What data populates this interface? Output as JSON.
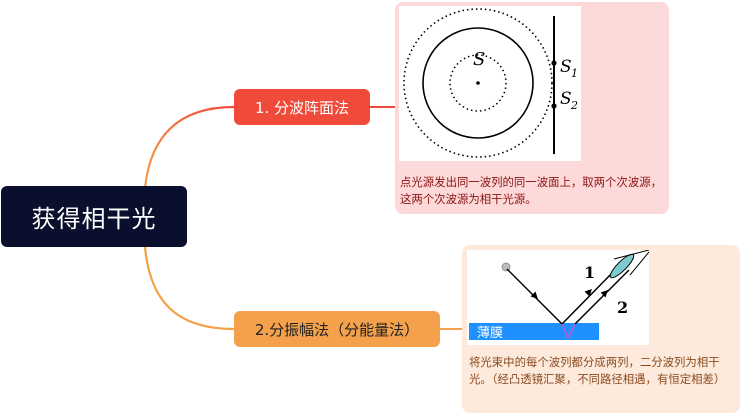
{
  "root": {
    "title": "获得相干光"
  },
  "branches": [
    {
      "label": "1.  分波阵面法",
      "figure": {
        "source_label": "S",
        "slit1_label": "S",
        "slit1_sub": "1",
        "slit2_label": "S",
        "slit2_sub": "2"
      },
      "description": "点光源发出同一波列的同一波面上，取两个次波源，这两个次波源为相干光源。"
    },
    {
      "label": "2.分振幅法（分能量法）",
      "figure": {
        "film_label": "薄膜",
        "ray1_label": "1",
        "ray2_label": "2"
      },
      "description": "将光束中的每个波列都分成两列，二分波列为相干光。（经凸透镜汇聚，不同路径相遇，有恒定相差）"
    }
  ],
  "colors": {
    "root_bg": "#0a0f2e",
    "branch1": "#f04a3a",
    "branch2": "#f5a04a",
    "card1_bg": "#fdd9d9",
    "card2_bg": "#fdeadd",
    "film": "#1e90ff",
    "lens": "#7ecbcf"
  }
}
